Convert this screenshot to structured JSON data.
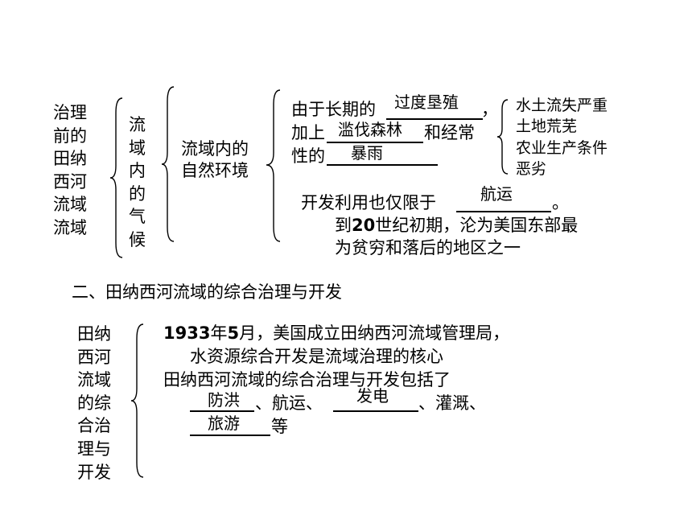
{
  "part1": {
    "left_title": "治理\n前的\n田纳\n西河\n流域\n流域",
    "climate": "流\n域\n内\n的\n气\n候",
    "natural_env_1": "流域内的",
    "natural_env_2": "自然环境",
    "cause_1a": "由于长期的",
    "cause_1b": "，",
    "cause_2a": "加上",
    "cause_2b": "和经常",
    "cause_3a": "性的",
    "answer_1": "过度垦殖",
    "answer_2": "滥伐森林",
    "answer_3": "暴雨",
    "result_1": "水土流失严重",
    "result_2": "土地荒芜",
    "result_3": "农业生产条件",
    "result_4": "恶劣",
    "dev_a": "开发利用也仅限于",
    "dev_b": "。",
    "answer_4": "航运",
    "early_a": "到",
    "early_num": "20",
    "early_b": "世纪初期，沦为美国东部最",
    "early_2": "为贫穷和落后的地区之一"
  },
  "part2": {
    "section_heading": "二、田纳西河流域的综合治理与开发",
    "left_title": "田纳\n西河\n流域\n的综\n合治\n理与\n开发",
    "line1_y": "1933",
    "line1_y_unit": "年",
    "line1_m": "5",
    "line1_rest": "月，美国成立田纳西河流域管理局，",
    "line2": "水资源综合开发是流域治理的核心",
    "line3": "田纳西河流域的综合治理与开发包括了",
    "sep_1": "、航运、",
    "sep_2": "、灌溉、",
    "line5_end": "等",
    "answer_5": "防洪",
    "answer_6": "发电",
    "answer_7": "旅游"
  }
}
